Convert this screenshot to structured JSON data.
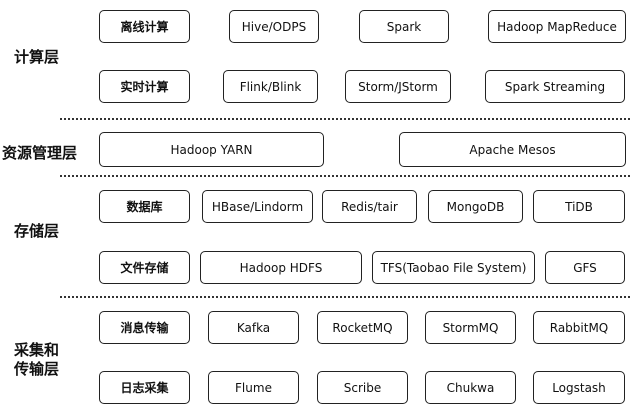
{
  "layers": {
    "compute": "计算层",
    "resource": "资源管理层",
    "storage": "存储层",
    "collection_line1": "采集和",
    "collection_line2": "传输层"
  },
  "compute": {
    "offline": {
      "category": "离线计算",
      "items": [
        "Hive/ODPS",
        "Spark",
        "Hadoop MapReduce"
      ]
    },
    "realtime": {
      "category": "实时计算",
      "items": [
        "Flink/Blink",
        "Storm/JStorm",
        "Spark Streaming"
      ]
    }
  },
  "resource": {
    "items": [
      "Hadoop YARN",
      "Apache Mesos"
    ]
  },
  "storage": {
    "database": {
      "category": "数据库",
      "items": [
        "HBase/Lindorm",
        "Redis/tair",
        "MongoDB",
        "TiDB"
      ]
    },
    "filestore": {
      "category": "文件存储",
      "items": [
        "Hadoop HDFS",
        "TFS(Taobao File System)",
        "GFS"
      ]
    }
  },
  "collection": {
    "messaging": {
      "category": "消息传输",
      "items": [
        "Kafka",
        "RocketMQ",
        "StormMQ",
        "RabbitMQ"
      ]
    },
    "logging": {
      "category": "日志采集",
      "items": [
        "Flume",
        "Scribe",
        "Chukwa",
        "Logstash"
      ]
    }
  }
}
